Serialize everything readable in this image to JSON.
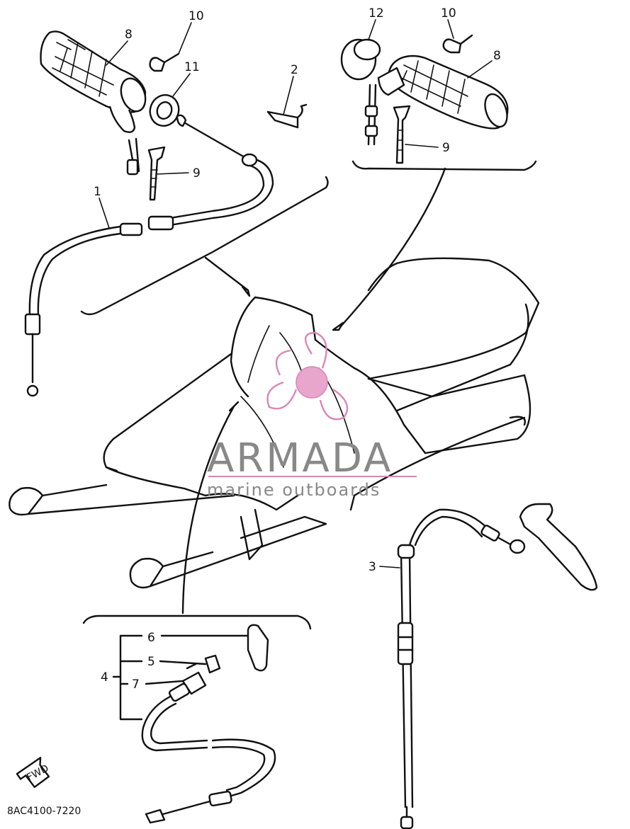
{
  "callouts": {
    "c1": "1",
    "c2": "2",
    "c3": "3",
    "c4": "4",
    "c5": "5",
    "c6": "6",
    "c7": "7",
    "c8_left": "8",
    "c8_right": "8",
    "c9_left": "9",
    "c9_right": "9",
    "c10_left": "10",
    "c10_right": "10",
    "c11": "11",
    "c12": "12"
  },
  "fwd_label": "FWD",
  "part_code": "8AC4100-7220",
  "watermark": {
    "brand": "ARMADA",
    "tagline": "marine outboards"
  }
}
